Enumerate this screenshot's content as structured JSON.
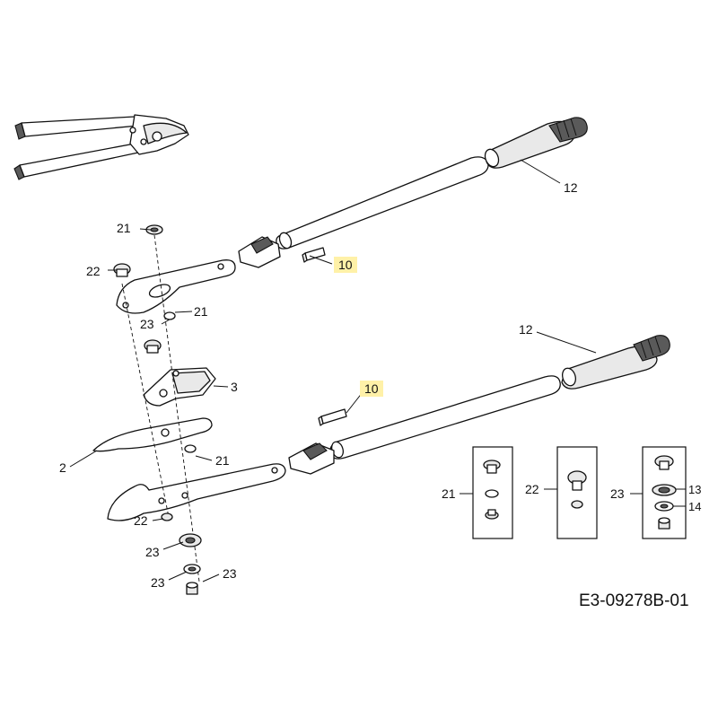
{
  "drawing_code": "E3-09278B-01",
  "callouts": {
    "c12_top": "12",
    "c12_mid": "12",
    "c10_top": "10",
    "c10_mid": "10",
    "c21_a": "21",
    "c22_a": "22",
    "c21_b": "21",
    "c23_a": "23",
    "c3": "3",
    "c2": "2",
    "c21_c": "21",
    "c22_b": "22",
    "c23_b": "23",
    "c23_c": "23",
    "c23_d": "23"
  },
  "detail_boxes": {
    "box21_label": "21",
    "box22_label": "22",
    "box23_label": "23",
    "box23_sub13": "13",
    "box23_sub14": "14"
  },
  "colors": {
    "highlight": "#fff1a8",
    "line": "#111111",
    "grip_dark": "#5a5a5a"
  }
}
